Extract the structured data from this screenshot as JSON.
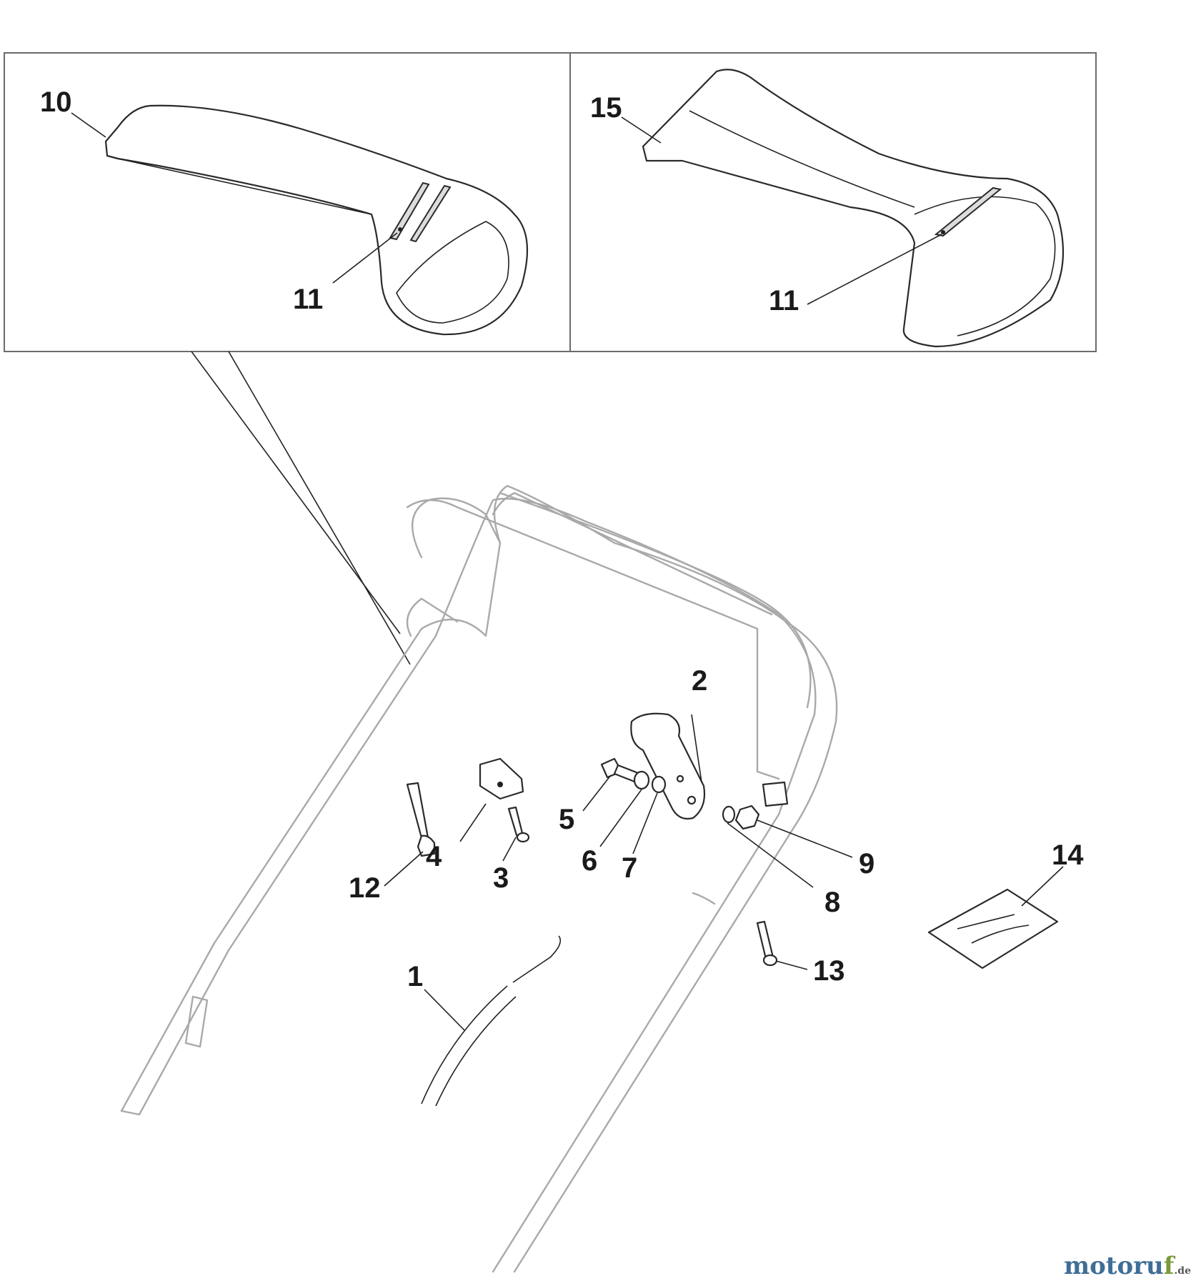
{
  "callouts": {
    "n1": "1",
    "n2": "2",
    "n3": "3",
    "n4": "4",
    "n5": "5",
    "n6": "6",
    "n7": "7",
    "n8": "8",
    "n9": "9",
    "n10": "10",
    "n11a": "11",
    "n11b": "11",
    "n12": "12",
    "n13": "13",
    "n14": "14",
    "n15": "15"
  },
  "watermark": {
    "main": "motoru",
    "accent": "f",
    "tld": ".de"
  },
  "colors": {
    "line": "#222222",
    "frame_light": "#a9a9a9",
    "brand": "#3f6e96"
  }
}
